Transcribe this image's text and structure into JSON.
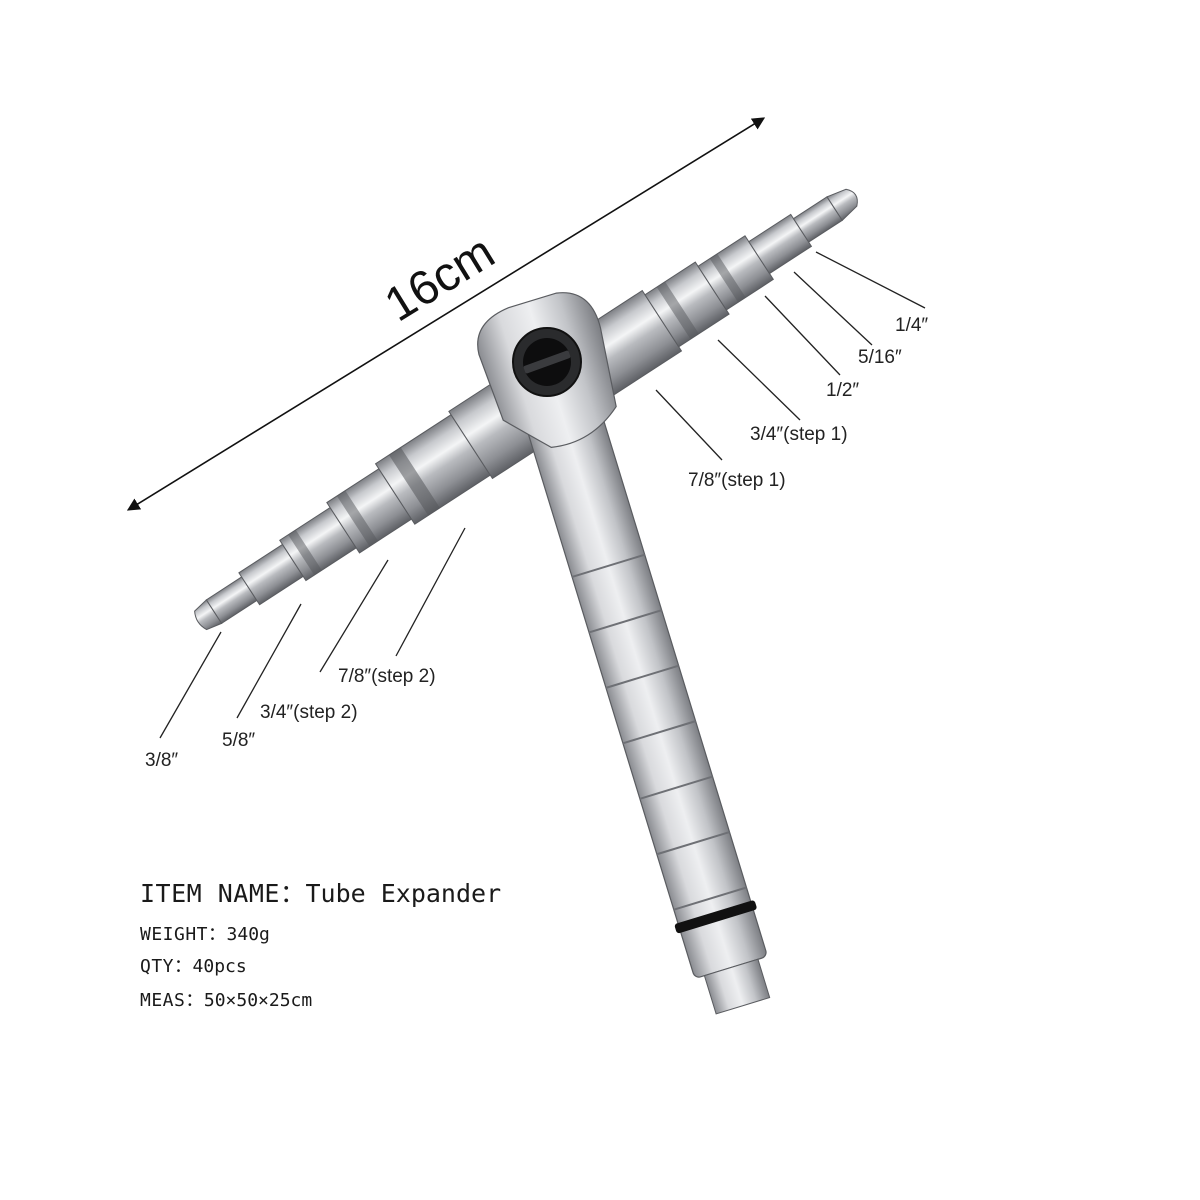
{
  "dimension": {
    "label": "16cm"
  },
  "size_labels_right": [
    {
      "text": "1/4″"
    },
    {
      "text": "5/16″"
    },
    {
      "text": "1/2″"
    },
    {
      "text": "3/4″(step 1)"
    },
    {
      "text": "7/8″(step 1)"
    }
  ],
  "size_labels_left": [
    {
      "text": "3/8″"
    },
    {
      "text": "5/8″"
    },
    {
      "text": "3/4″(step 2)"
    },
    {
      "text": "7/8″(step 2)"
    }
  ],
  "specs": {
    "item_name_key": "ITEM NAME：",
    "item_name_value": "Tube Expander",
    "weight_key": "WEIGHT：",
    "weight_value": "340g",
    "qty_key": "QTY：",
    "qty_value": "40pcs",
    "meas_key": "MEAS：",
    "meas_value": "50×50×25cm"
  }
}
